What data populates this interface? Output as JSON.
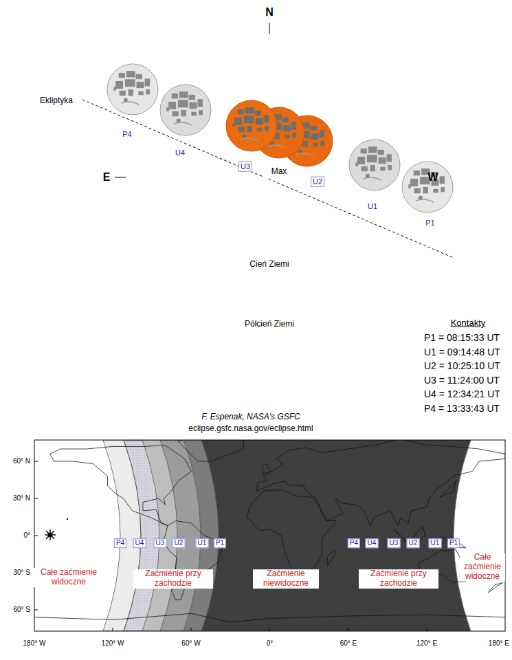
{
  "diagram": {
    "nodes": [
      {
        "text": [
          "Półcień Ziemi"
        ]
      },
      {
        "text": [
          "Cień Ziemi"
        ],
        "in": 0
      },
      {
        "text": [
          "Max"
        ],
        "in": 1
      }
    ],
    "labels": [
      "N",
      "Ekliptyka",
      "E",
      "W",
      "P4",
      "U4",
      "U3",
      "U2",
      "U1",
      "P1",
      "Kontakty",
      "P1 = 08:15:33 UT",
      "U1 = 09:14:48 UT",
      "U2 = 10:25:10 UT",
      "U3 = 11:24:00 UT",
      "U4 = 12:34:21 UT",
      "P4 = 13:33:43 UT",
      "F. Espenak, NASA's GSFC",
      "eclipse.gsfc.nasa.gov/eclipse.html",
      "60° N",
      "30° N",
      "0°",
      "30° S",
      "60° S",
      "180° W",
      "120° W",
      "60° W",
      "0°",
      "60° E",
      "120° E",
      "180° E",
      "P4",
      "U4",
      "U3",
      "U2",
      "U1",
      "P1",
      "P4",
      "U4",
      "U3",
      "U2",
      "U1",
      "P1",
      "Całe zaćmienie widoczne",
      "Zaćmienie przy zachodzie",
      "Zaćmienie niewidoczne",
      "Zaćmienie przy zachodzie",
      "Całe zaćmienie widoczne"
    ]
  }
}
